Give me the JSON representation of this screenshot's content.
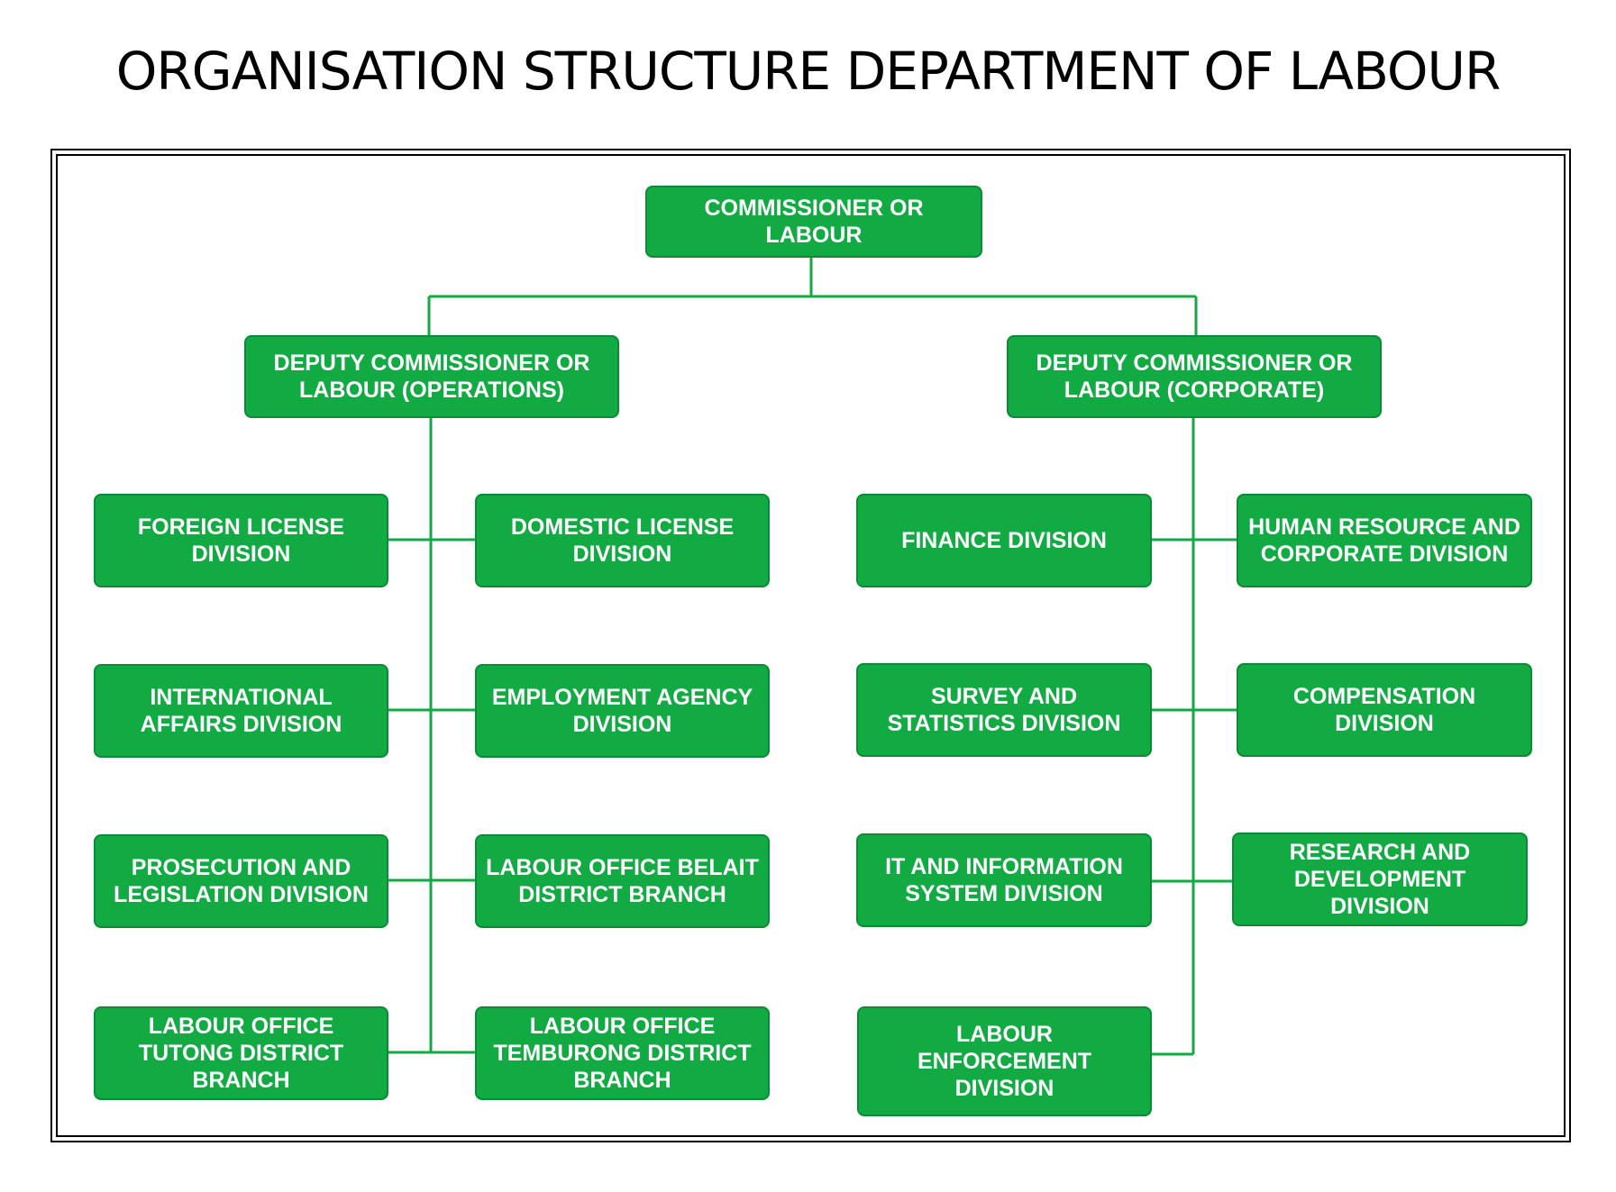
{
  "title": "ORGANISATION STRUCTURE DEPARTMENT OF LABOUR",
  "colors": {
    "box_fill": "#11aa43",
    "box_border": "#0c8a35",
    "connector": "#11aa43",
    "text": "#ffffff"
  },
  "root": {
    "label": "COMMISSIONER OR LABOUR"
  },
  "deputies": {
    "operations": {
      "label": "DEPUTY COMMISSIONER OR LABOUR (OPERATIONS)"
    },
    "corporate": {
      "label": "DEPUTY COMMISSIONER OR LABOUR (CORPORATE)"
    }
  },
  "operations_divisions": {
    "left": [
      "FOREIGN LICENSE DIVISION",
      "INTERNATIONAL AFFAIRS DIVISION",
      "PROSECUTION AND LEGISLATION DIVISION",
      "LABOUR OFFICE TUTONG DISTRICT BRANCH"
    ],
    "right": [
      "DOMESTIC LICENSE DIVISION",
      "EMPLOYMENT AGENCY DIVISION",
      "LABOUR OFFICE BELAIT DISTRICT BRANCH",
      "LABOUR OFFICE TEMBURONG DISTRICT BRANCH"
    ]
  },
  "corporate_divisions": {
    "left": [
      "FINANCE DIVISION",
      "SURVEY AND STATISTICS DIVISION",
      "IT AND INFORMATION SYSTEM DIVISION",
      "LABOUR ENFORCEMENT DIVISION"
    ],
    "right": [
      "HUMAN RESOURCE AND CORPORATE DIVISION",
      "COMPENSATION DIVISION",
      "RESEARCH AND DEVELOPMENT DIVISION"
    ]
  }
}
